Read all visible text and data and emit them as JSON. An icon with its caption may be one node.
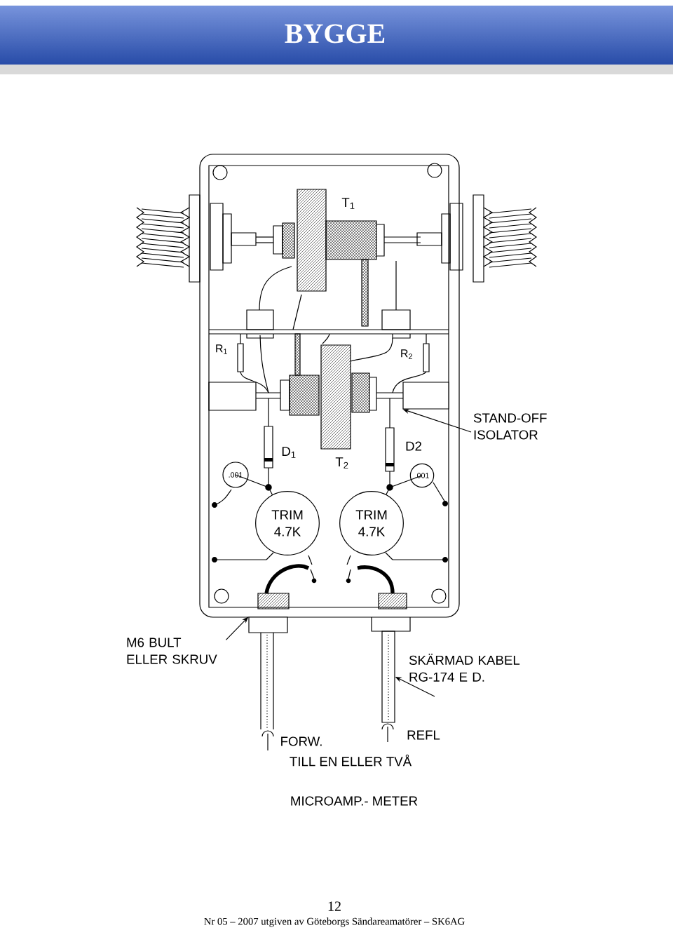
{
  "diagram": {
    "title": "BYGGE",
    "nodes": [
      {
        "text": [
          "STAND-OFF ISOLATOR"
        ]
      },
      {
        "text": [
          "M6 BULT ELLER SKRUV"
        ]
      },
      {
        "text": [
          "SKÄRMAD KABEL RG-174 E D."
        ]
      },
      {
        "text": [
          ".001"
        ]
      },
      {
        "text": [
          ".001"
        ]
      },
      {
        "text": [
          "TRIM 4.7K"
        ]
      },
      {
        "text": [
          "TRIM 4.7K"
        ]
      },
      {
        "text": [],
        "shape": "box"
      },
      {
        "text": [],
        "shape": "box"
      },
      {
        "text": [],
        "shape": "cable"
      }
    ],
    "edges": [
      {
        "from": 0,
        "to": 7,
        "arrow": "to"
      },
      {
        "from": 1,
        "to": 8,
        "arrow": "to"
      },
      {
        "from": 2,
        "to": 9,
        "arrow": "to"
      },
      {
        "from": 3,
        "to": 5,
        "arrow": "none"
      },
      {
        "from": 4,
        "to": 6,
        "arrow": "none"
      }
    ],
    "labels": [
      "T$_{1}$",
      "R$_{1}$",
      "R$_{2}$",
      "D$_{1}$",
      "D2",
      "T$_{2}$",
      "FORW.",
      "REFL",
      "TILL EN ELLER TVÅ",
      "MICROAMP.- METER",
      "12",
      "Nr 05 – 2007 utgiven av Göteborgs Sändareamatörer – SK6AG"
    ]
  }
}
